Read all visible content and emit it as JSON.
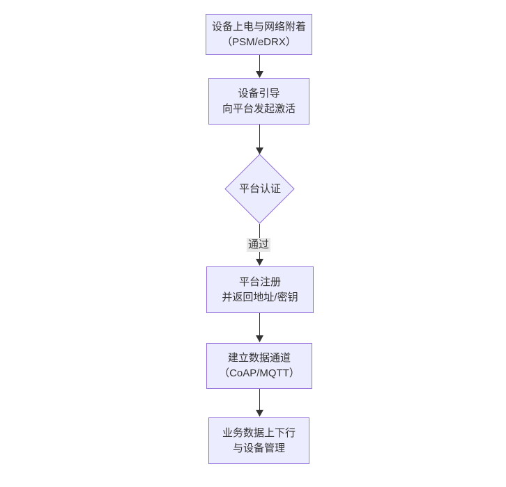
{
  "diagram": {
    "type": "flowchart",
    "direction": "top-down",
    "nodes": [
      {
        "id": "n1",
        "shape": "rect",
        "lines": [
          "设备上电与网络附着",
          "（PSM/eDRX）"
        ]
      },
      {
        "id": "n2",
        "shape": "rect",
        "lines": [
          "设备引导",
          "向平台发起激活"
        ]
      },
      {
        "id": "n3",
        "shape": "diamond",
        "lines": [
          "平台认证"
        ]
      },
      {
        "id": "n4",
        "shape": "rect",
        "lines": [
          "平台注册",
          "并返回地址/密钥"
        ]
      },
      {
        "id": "n5",
        "shape": "rect",
        "lines": [
          "建立数据通道",
          "（CoAP/MQTT）"
        ]
      },
      {
        "id": "n6",
        "shape": "rect",
        "lines": [
          "业务数据上下行",
          "与设备管理"
        ]
      }
    ],
    "edges": [
      {
        "from": "n1",
        "to": "n2",
        "label": ""
      },
      {
        "from": "n2",
        "to": "n3",
        "label": ""
      },
      {
        "from": "n3",
        "to": "n4",
        "label": "通过"
      },
      {
        "from": "n4",
        "to": "n5",
        "label": ""
      },
      {
        "from": "n5",
        "to": "n6",
        "label": ""
      }
    ],
    "colors": {
      "node_fill": "#ECECFF",
      "node_border": "#9370DB",
      "edge": "#333333",
      "text": "#333333",
      "edge_label_bg": "#e8e8e8",
      "background": "#ffffff"
    }
  }
}
